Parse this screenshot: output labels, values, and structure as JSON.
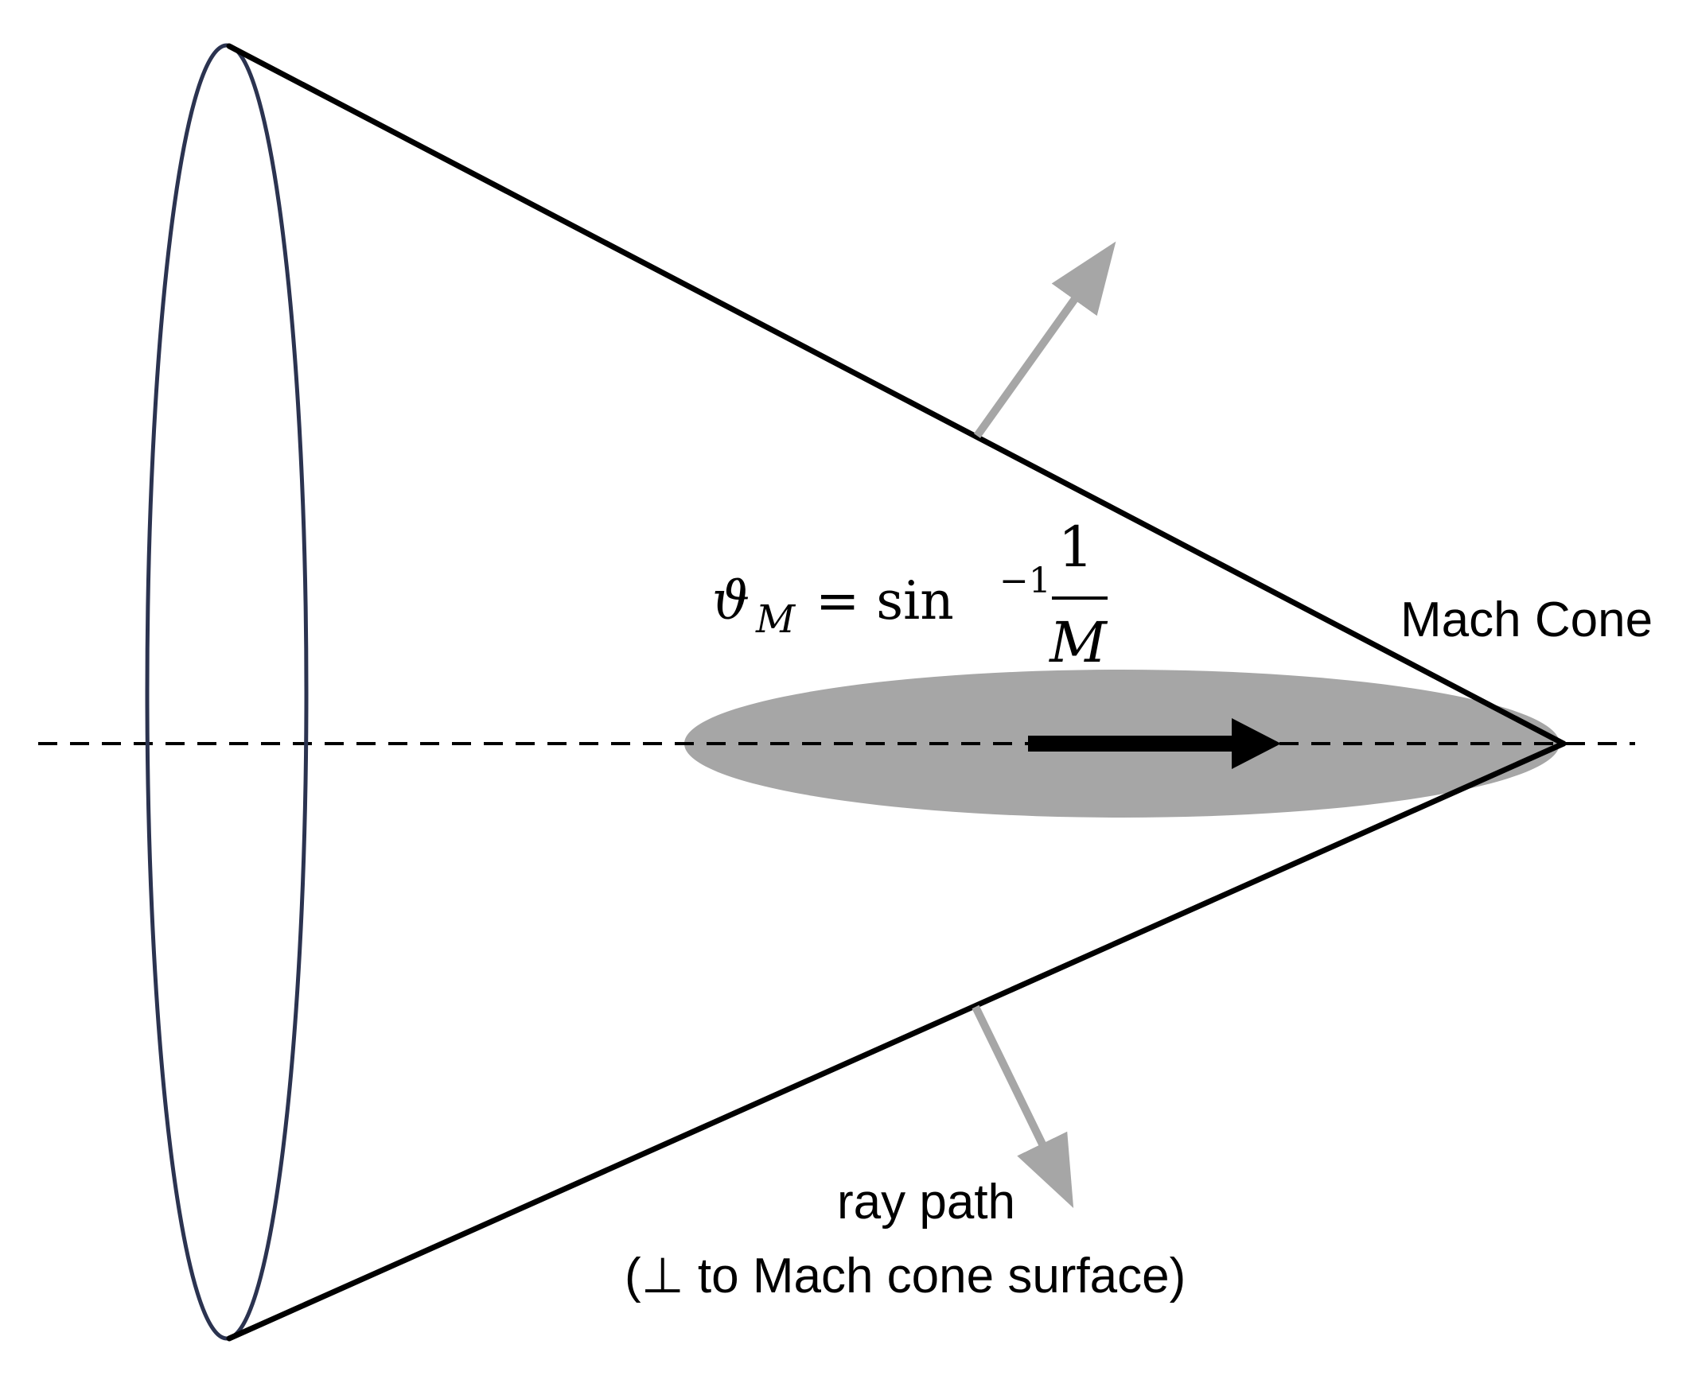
{
  "labels": {
    "mach_cone": "Mach Cone",
    "ray_path": "ray path",
    "ray_path_note": "(⊥ to Mach cone surface)"
  },
  "formula": {
    "theta": "ϑ",
    "subscript": "M",
    "equals_sin": "= sin",
    "exponent": "−1",
    "numerator": "1",
    "denominator": "M"
  },
  "colors": {
    "outline": "#000000",
    "ellipse_rim": "#2b3350",
    "body_fill": "#a6a6a6",
    "ray_arrow": "#a6a6a6",
    "motion_arrow": "#000000"
  }
}
